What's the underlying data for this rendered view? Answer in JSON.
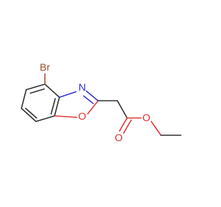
{
  "molecule": {
    "atoms": {
      "bromine": "Br",
      "ring_nitrogen": "N",
      "ring_oxygen": "O",
      "carbonyl_oxygen": "O",
      "ester_oxygen": "O"
    },
    "colors": {
      "bond": "#2b2b2b",
      "bromine": "#a0502a",
      "nitrogen": "#2e2ed8",
      "oxygen": "#e03030",
      "background": "#ffffff"
    }
  }
}
